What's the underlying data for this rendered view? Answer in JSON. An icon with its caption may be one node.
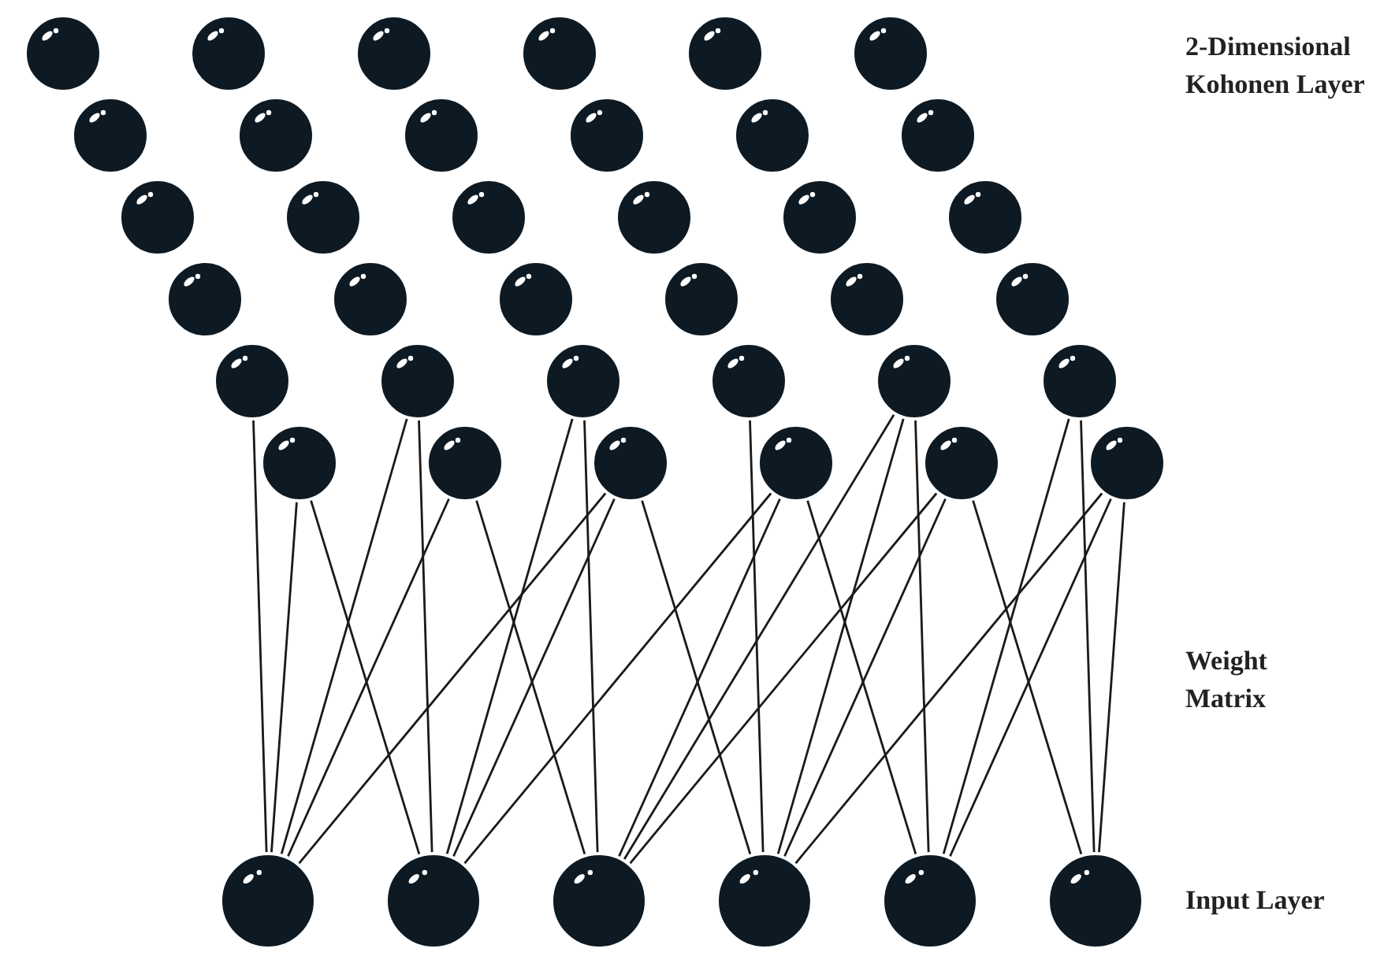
{
  "diagram": {
    "nodes": [
      {
        "text": [],
        "shape": "circle"
      },
      {
        "text": [],
        "shape": "circle"
      },
      {
        "text": [],
        "shape": "circle"
      },
      {
        "text": [],
        "shape": "circle"
      },
      {
        "text": [],
        "shape": "circle"
      },
      {
        "text": [],
        "shape": "circle"
      },
      {
        "text": [],
        "shape": "circle"
      },
      {
        "text": [],
        "shape": "circle"
      },
      {
        "text": [],
        "shape": "circle"
      },
      {
        "text": [],
        "shape": "circle"
      },
      {
        "text": [],
        "shape": "circle"
      },
      {
        "text": [],
        "shape": "circle"
      },
      {
        "text": [],
        "shape": "circle"
      },
      {
        "text": [],
        "shape": "circle"
      },
      {
        "text": [],
        "shape": "circle"
      },
      {
        "text": [],
        "shape": "circle"
      },
      {
        "text": [],
        "shape": "circle"
      },
      {
        "text": [],
        "shape": "circle"
      },
      {
        "text": [],
        "shape": "circle"
      },
      {
        "text": [],
        "shape": "circle"
      },
      {
        "text": [],
        "shape": "circle"
      },
      {
        "text": [],
        "shape": "circle"
      },
      {
        "text": [],
        "shape": "circle"
      },
      {
        "text": [],
        "shape": "circle"
      },
      {
        "text": [],
        "shape": "circle"
      },
      {
        "text": [],
        "shape": "circle"
      },
      {
        "text": [],
        "shape": "circle"
      },
      {
        "text": [],
        "shape": "circle"
      },
      {
        "text": [],
        "shape": "circle"
      },
      {
        "text": [],
        "shape": "circle"
      },
      {
        "text": [],
        "shape": "circle"
      },
      {
        "text": [],
        "shape": "circle"
      },
      {
        "text": [],
        "shape": "circle"
      },
      {
        "text": [],
        "shape": "circle"
      },
      {
        "text": [],
        "shape": "circle"
      },
      {
        "text": [],
        "shape": "circle"
      },
      {
        "text": [],
        "shape": "circle"
      },
      {
        "text": [],
        "shape": "circle"
      },
      {
        "text": [],
        "shape": "circle"
      },
      {
        "text": [],
        "shape": "circle"
      },
      {
        "text": [],
        "shape": "circle"
      },
      {
        "text": [],
        "shape": "circle"
      }
    ],
    "edges": [
      {
        "from": 24,
        "to": 36,
        "arrow": "none"
      },
      {
        "from": 25,
        "to": 36,
        "arrow": "none"
      },
      {
        "from": 30,
        "to": 36,
        "arrow": "none"
      },
      {
        "from": 31,
        "to": 36,
        "arrow": "none"
      },
      {
        "from": 32,
        "to": 36,
        "arrow": "none"
      },
      {
        "from": 25,
        "to": 37,
        "arrow": "none"
      },
      {
        "from": 26,
        "to": 37,
        "arrow": "none"
      },
      {
        "from": 30,
        "to": 37,
        "arrow": "none"
      },
      {
        "from": 32,
        "to": 37,
        "arrow": "none"
      },
      {
        "from": 33,
        "to": 37,
        "arrow": "none"
      },
      {
        "from": 26,
        "to": 38,
        "arrow": "none"
      },
      {
        "from": 28,
        "to": 38,
        "arrow": "none"
      },
      {
        "from": 31,
        "to": 38,
        "arrow": "none"
      },
      {
        "from": 33,
        "to": 38,
        "arrow": "none"
      },
      {
        "from": 34,
        "to": 38,
        "arrow": "none"
      },
      {
        "from": 27,
        "to": 39,
        "arrow": "none"
      },
      {
        "from": 28,
        "to": 39,
        "arrow": "none"
      },
      {
        "from": 32,
        "to": 39,
        "arrow": "none"
      },
      {
        "from": 34,
        "to": 39,
        "arrow": "none"
      },
      {
        "from": 35,
        "to": 39,
        "arrow": "none"
      },
      {
        "from": 28,
        "to": 40,
        "arrow": "none"
      },
      {
        "from": 29,
        "to": 40,
        "arrow": "none"
      },
      {
        "from": 33,
        "to": 40,
        "arrow": "none"
      },
      {
        "from": 35,
        "to": 40,
        "arrow": "none"
      },
      {
        "from": 29,
        "to": 41,
        "arrow": "none"
      },
      {
        "from": 34,
        "to": 41,
        "arrow": "none"
      },
      {
        "from": 35,
        "to": 41,
        "arrow": "none"
      }
    ],
    "labels": [
      "2-Dimensional Kohonen Layer",
      "Weight Matrix",
      "Input Layer"
    ]
  }
}
